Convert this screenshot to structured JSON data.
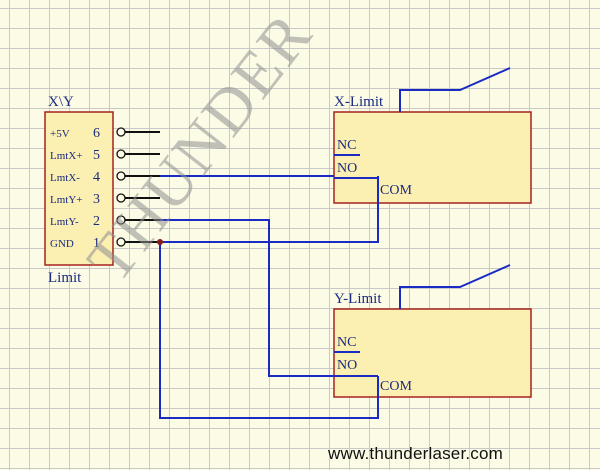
{
  "connector": {
    "title": "X\\Y",
    "footer": "Limit",
    "pins": [
      {
        "label": "+5V",
        "number": "6"
      },
      {
        "label": "LmtX+",
        "number": "5"
      },
      {
        "label": "LmtX-",
        "number": "4"
      },
      {
        "label": "LmtY+",
        "number": "3"
      },
      {
        "label": "LmtY-",
        "number": "2"
      },
      {
        "label": "GND",
        "number": "1"
      }
    ]
  },
  "switches": [
    {
      "title": "X-Limit",
      "terminals": {
        "nc": "NC",
        "no": "NO",
        "com": "COM"
      }
    },
    {
      "title": "Y-Limit",
      "terminals": {
        "nc": "NC",
        "no": "NO",
        "com": "COM"
      }
    }
  ],
  "watermark": "THUNDER",
  "website": "www.thunderlaser.com",
  "colors": {
    "grid_background": "#fcfbe6",
    "grid_line": "#c9c9c9",
    "component_fill": "#fbefb2",
    "component_border": "#a5231f",
    "label_text": "#1a2b80",
    "wire_blue": "#1a2bc4",
    "wire_black": "#111111",
    "junction": "#8b1b1b",
    "watermark": "#8f8f8f"
  }
}
